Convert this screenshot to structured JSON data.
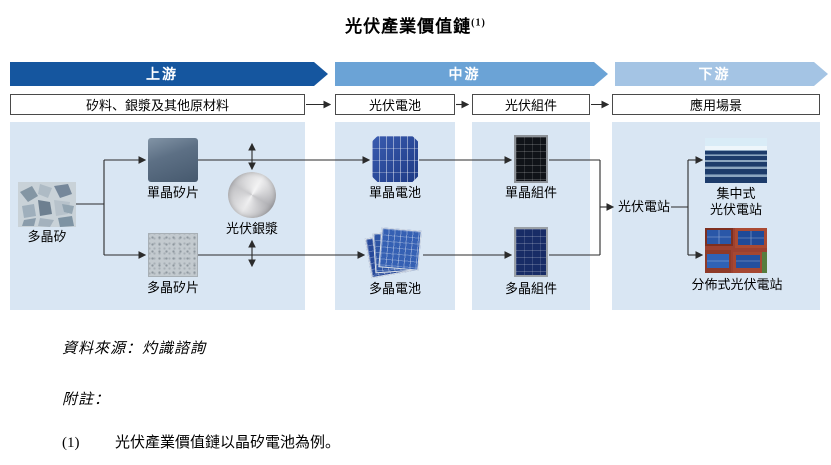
{
  "title": {
    "text": "光伏產業價值鏈",
    "ref": "(1)"
  },
  "banners": [
    {
      "label": "上游"
    },
    {
      "label": "中游"
    },
    {
      "label": "下游"
    }
  ],
  "stages": [
    {
      "label": "矽料、銀漿及其他原材料"
    },
    {
      "label": "光伏電池"
    },
    {
      "label": "光伏組件"
    },
    {
      "label": "應用場景"
    }
  ],
  "flow": {
    "upstream": {
      "polysilicon": {
        "label": "多晶矽"
      },
      "mono_wafer": {
        "label": "單晶矽片"
      },
      "poly_wafer": {
        "label": "多晶矽片"
      },
      "silver_paste": {
        "label": "光伏銀漿"
      }
    },
    "midstream": {
      "mono_cell": {
        "label": "單晶電池"
      },
      "poly_cell": {
        "label": "多晶電池"
      },
      "mono_module": {
        "label": "單晶組件"
      },
      "poly_module": {
        "label": "多晶組件"
      }
    },
    "downstream": {
      "pv_station": {
        "label": "光伏電站"
      },
      "centralized": {
        "line1": "集中式",
        "line2": "光伏電站"
      },
      "distributed": {
        "label": "分佈式光伏電站"
      }
    }
  },
  "footer": {
    "source": "資料來源：灼識諮詢",
    "notes_heading": "附註：",
    "note1": {
      "index": "(1)",
      "text": "光伏產業價值鏈以晶矽電池為例。"
    }
  },
  "colors": {
    "banner_upstream": "#15569f",
    "banner_midstream": "#6ba3d6",
    "banner_downstream": "#a4c4e4",
    "panel_background": "#d9e6f3"
  }
}
